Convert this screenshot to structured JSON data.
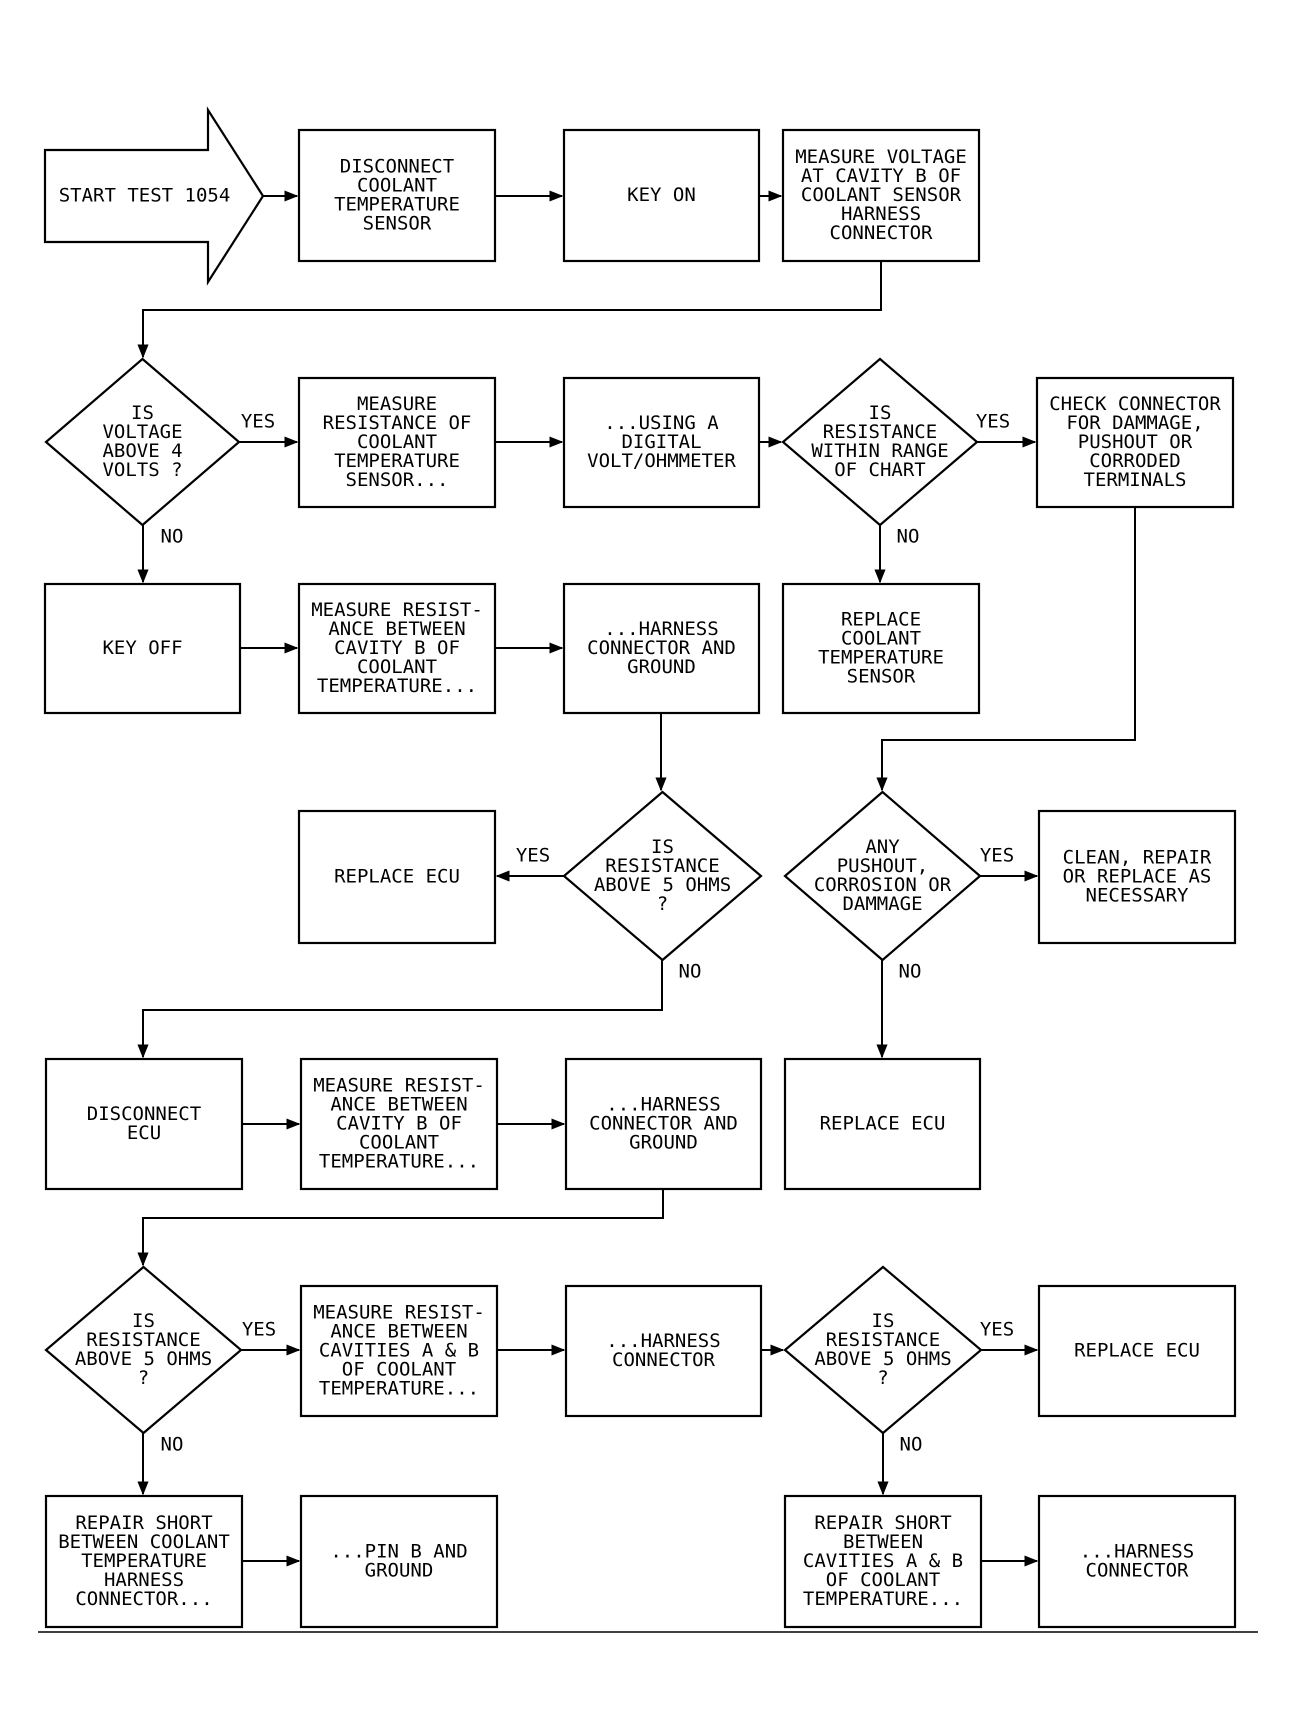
{
  "nodes": {
    "start": [
      "START TEST 1054"
    ],
    "disconnect_sensor": [
      "DISCONNECT",
      "COOLANT",
      "TEMPERATURE",
      "SENSOR"
    ],
    "key_on": [
      "KEY ON"
    ],
    "measure_voltage": [
      "MEASURE VOLTAGE",
      "AT CAVITY B OF",
      "COOLANT SENSOR",
      "HARNESS",
      "CONNECTOR"
    ],
    "q_voltage": [
      "IS",
      "VOLTAGE",
      "ABOVE 4",
      "VOLTS ?"
    ],
    "measure_resistance_sensor": [
      "MEASURE",
      "RESISTANCE OF",
      "COOLANT",
      "TEMPERATURE",
      "SENSOR..."
    ],
    "using_dvom": [
      "...USING A",
      "DIGITAL",
      "VOLT/OHMMETER"
    ],
    "q_range": [
      "IS",
      "RESISTANCE",
      "WITHIN RANGE",
      "OF CHART"
    ],
    "check_connector": [
      "CHECK CONNECTOR",
      "FOR DAMMAGE,",
      "PUSHOUT OR",
      "CORRODED",
      "TERMINALS"
    ],
    "key_off": [
      "KEY OFF"
    ],
    "measure_cavity_b_1": [
      "MEASURE RESIST-",
      "ANCE BETWEEN",
      "CAVITY B OF",
      "COOLANT",
      "TEMPERATURE..."
    ],
    "harness_ground_1": [
      "...HARNESS",
      "CONNECTOR AND",
      "GROUND"
    ],
    "replace_sensor": [
      "REPLACE",
      "COOLANT",
      "TEMPERATURE",
      "SENSOR"
    ],
    "replace_ecu_1": [
      "REPLACE ECU"
    ],
    "q_above5_1": [
      "IS",
      "RESISTANCE",
      "ABOVE 5 OHMS",
      "?"
    ],
    "q_pushout": [
      "ANY",
      "PUSHOUT,",
      "CORROSION OR",
      "DAMMAGE"
    ],
    "clean_repair": [
      "CLEAN, REPAIR",
      "OR REPLACE AS",
      "NECESSARY"
    ],
    "disconnect_ecu": [
      "DISCONNECT",
      "ECU"
    ],
    "measure_cavity_b_2": [
      "MEASURE RESIST-",
      "ANCE BETWEEN",
      "CAVITY B OF",
      "COOLANT",
      "TEMPERATURE..."
    ],
    "harness_ground_2": [
      "...HARNESS",
      "CONNECTOR AND",
      "GROUND"
    ],
    "replace_ecu_2": [
      "REPLACE ECU"
    ],
    "q_above5_2": [
      "IS",
      "RESISTANCE",
      "ABOVE 5 OHMS",
      "?"
    ],
    "measure_cavities_ab": [
      "MEASURE RESIST-",
      "ANCE BETWEEN",
      "CAVITIES A & B",
      "OF COOLANT",
      "TEMPERATURE..."
    ],
    "harness_connector_1": [
      "...HARNESS",
      "CONNECTOR"
    ],
    "q_above5_3": [
      "IS",
      "RESISTANCE",
      "ABOVE 5 OHMS",
      "?"
    ],
    "replace_ecu_3": [
      "REPLACE ECU"
    ],
    "repair_short_ground": [
      "REPAIR SHORT",
      "BETWEEN COOLANT",
      "TEMPERATURE",
      "HARNESS",
      "CONNECTOR..."
    ],
    "pin_b_ground": [
      "...PIN B AND",
      "GROUND"
    ],
    "repair_short_ab": [
      "REPAIR SHORT",
      "BETWEEN",
      "CAVITIES A & B",
      "OF COOLANT",
      "TEMPERATURE..."
    ],
    "harness_connector_2": [
      "...HARNESS",
      "CONNECTOR"
    ]
  },
  "labels": {
    "yes": "YES",
    "no": "NO"
  }
}
